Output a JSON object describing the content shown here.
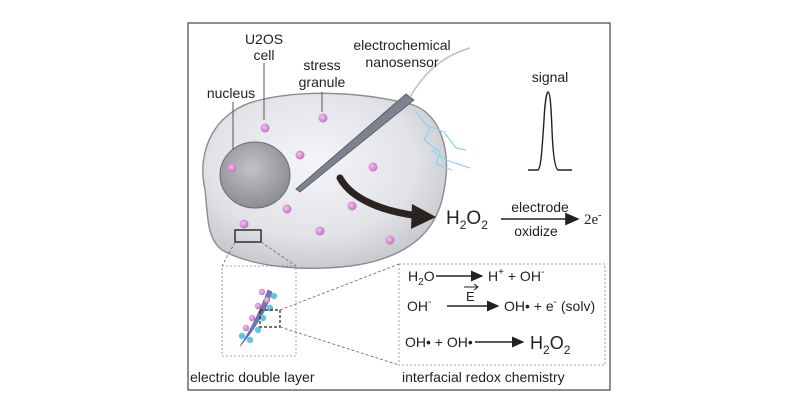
{
  "labels": {
    "cell_line": "U2OS",
    "cell_word": "cell",
    "stress_1": "stress",
    "stress_2": "granule",
    "nucleus": "nucleus",
    "sensor_1": "electrochemical",
    "sensor_2": "nanosensor",
    "signal": "signal",
    "electrode": "electrode",
    "oxidize": "oxidize",
    "h2o2_main": "H",
    "h2o2_sub1": "2",
    "h2o2_o": "O",
    "h2o2_sub2": "2",
    "electrons": "2e",
    "electrons_sup": "-",
    "edl": "electric double layer",
    "redox": "interfacial redox chemistry"
  },
  "reactions": {
    "r1_left": "H",
    "r1_left_sub": "2",
    "r1_left_end": "O",
    "r1_right_h": "H",
    "r1_right_h_sup": "+",
    "r1_right_rest": " + OH",
    "r1_right_sup": "-",
    "r2_left": "OH",
    "r2_left_sup": "-",
    "r2_over": "E",
    "r2_right": "OH• + e",
    "r2_right_sup": "-",
    "r2_right_tail": " (solv)",
    "r3_left": "OH• + OH•",
    "r3_right_h": "H",
    "r3_right_sub1": "2",
    "r3_right_o": "O",
    "r3_right_sub2": "2"
  },
  "colors": {
    "cell_fill": "#e4e6ea",
    "cell_stroke": "#8a8c92",
    "nucleus_fill": "#a9a8ad",
    "granule": "#d58fd1",
    "cyan": "#5fc6e6",
    "text": "#222222"
  }
}
